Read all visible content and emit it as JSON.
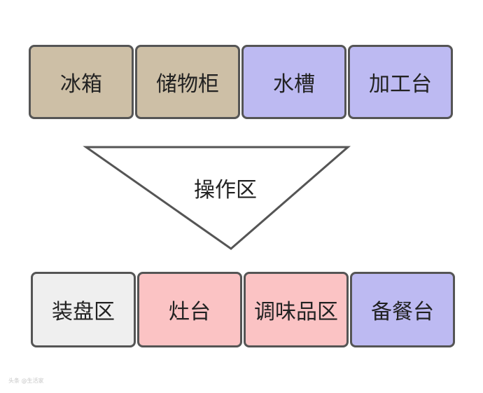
{
  "colors": {
    "storage": "#cdbfa6",
    "prep": "#bdbaf2",
    "neutral": "#efefef",
    "cooking": "#fbc3c4",
    "border": "#555555"
  },
  "top_row": [
    {
      "label": "冰箱",
      "color": "storage"
    },
    {
      "label": "储物柜",
      "color": "storage"
    },
    {
      "label": "水槽",
      "color": "prep"
    },
    {
      "label": "加工台",
      "color": "prep"
    }
  ],
  "triangle": {
    "label": "操作区"
  },
  "bottom_row": [
    {
      "label": "装盘区",
      "color": "neutral"
    },
    {
      "label": "灶台",
      "color": "cooking"
    },
    {
      "label": "调味品区",
      "color": "cooking"
    },
    {
      "label": "备餐台",
      "color": "prep"
    }
  ],
  "watermark": "头条 @生活家"
}
